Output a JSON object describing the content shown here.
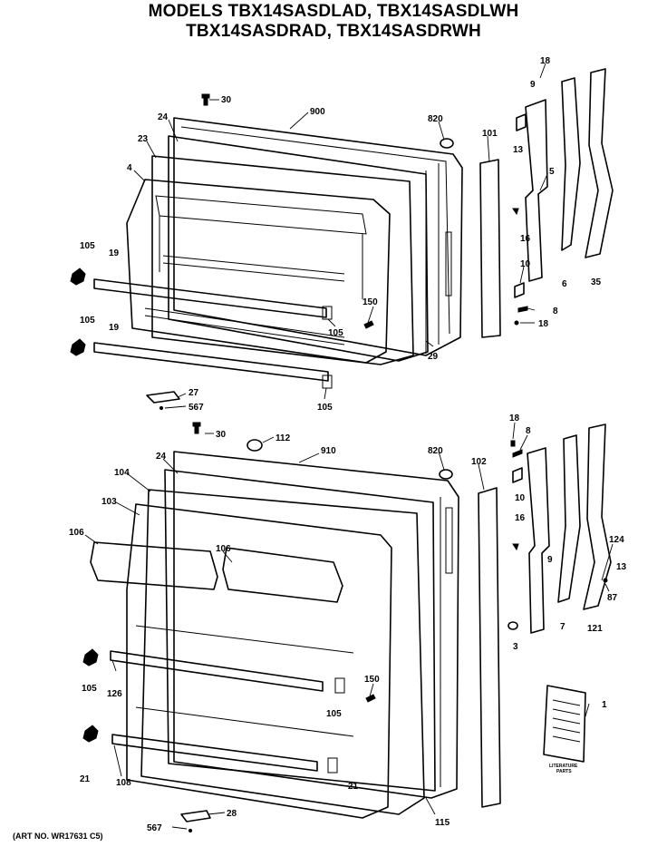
{
  "header": {
    "line1": "MODELS TBX14SASDLAD, TBX14SASDLWH",
    "line2": "TBX14SASDRAD, TBX14SASDRWH"
  },
  "art_number": "(ART NO. WR17631 C5)",
  "literature_caption": [
    "LITERATURE",
    "PARTS"
  ],
  "top_labels": {
    "l30": "30",
    "l900": "900",
    "l820": "820",
    "l24": "24",
    "l23": "23",
    "l4": "4",
    "l101": "101",
    "l18a": "18",
    "l9": "9",
    "l13": "13",
    "l5": "5",
    "l16": "16",
    "l10": "10",
    "l8": "8",
    "l18b": "18",
    "l6": "6",
    "l35": "35",
    "l105a": "105",
    "l19a": "19",
    "l105b": "105",
    "l19b": "19",
    "l150": "150",
    "l105c": "105",
    "l29": "29",
    "l27": "27",
    "l567": "567",
    "l105d": "105"
  },
  "bottom_labels": {
    "l30": "30",
    "l112": "112",
    "l910": "910",
    "l820": "820",
    "l102": "102",
    "l24": "24",
    "l104": "104",
    "l103": "103",
    "l106a": "106",
    "l106b": "106",
    "l18": "18",
    "l8": "8",
    "l10": "10",
    "l16": "16",
    "l9": "9",
    "l124": "124",
    "l13": "13",
    "l87": "87",
    "l7": "7",
    "l121": "121",
    "l3": "3",
    "l105a": "105",
    "l126": "126",
    "l150": "150",
    "l105b": "105",
    "l21a": "21",
    "l108": "108",
    "l21b": "21",
    "l115": "115",
    "l1": "1",
    "l28": "28",
    "l567": "567"
  }
}
